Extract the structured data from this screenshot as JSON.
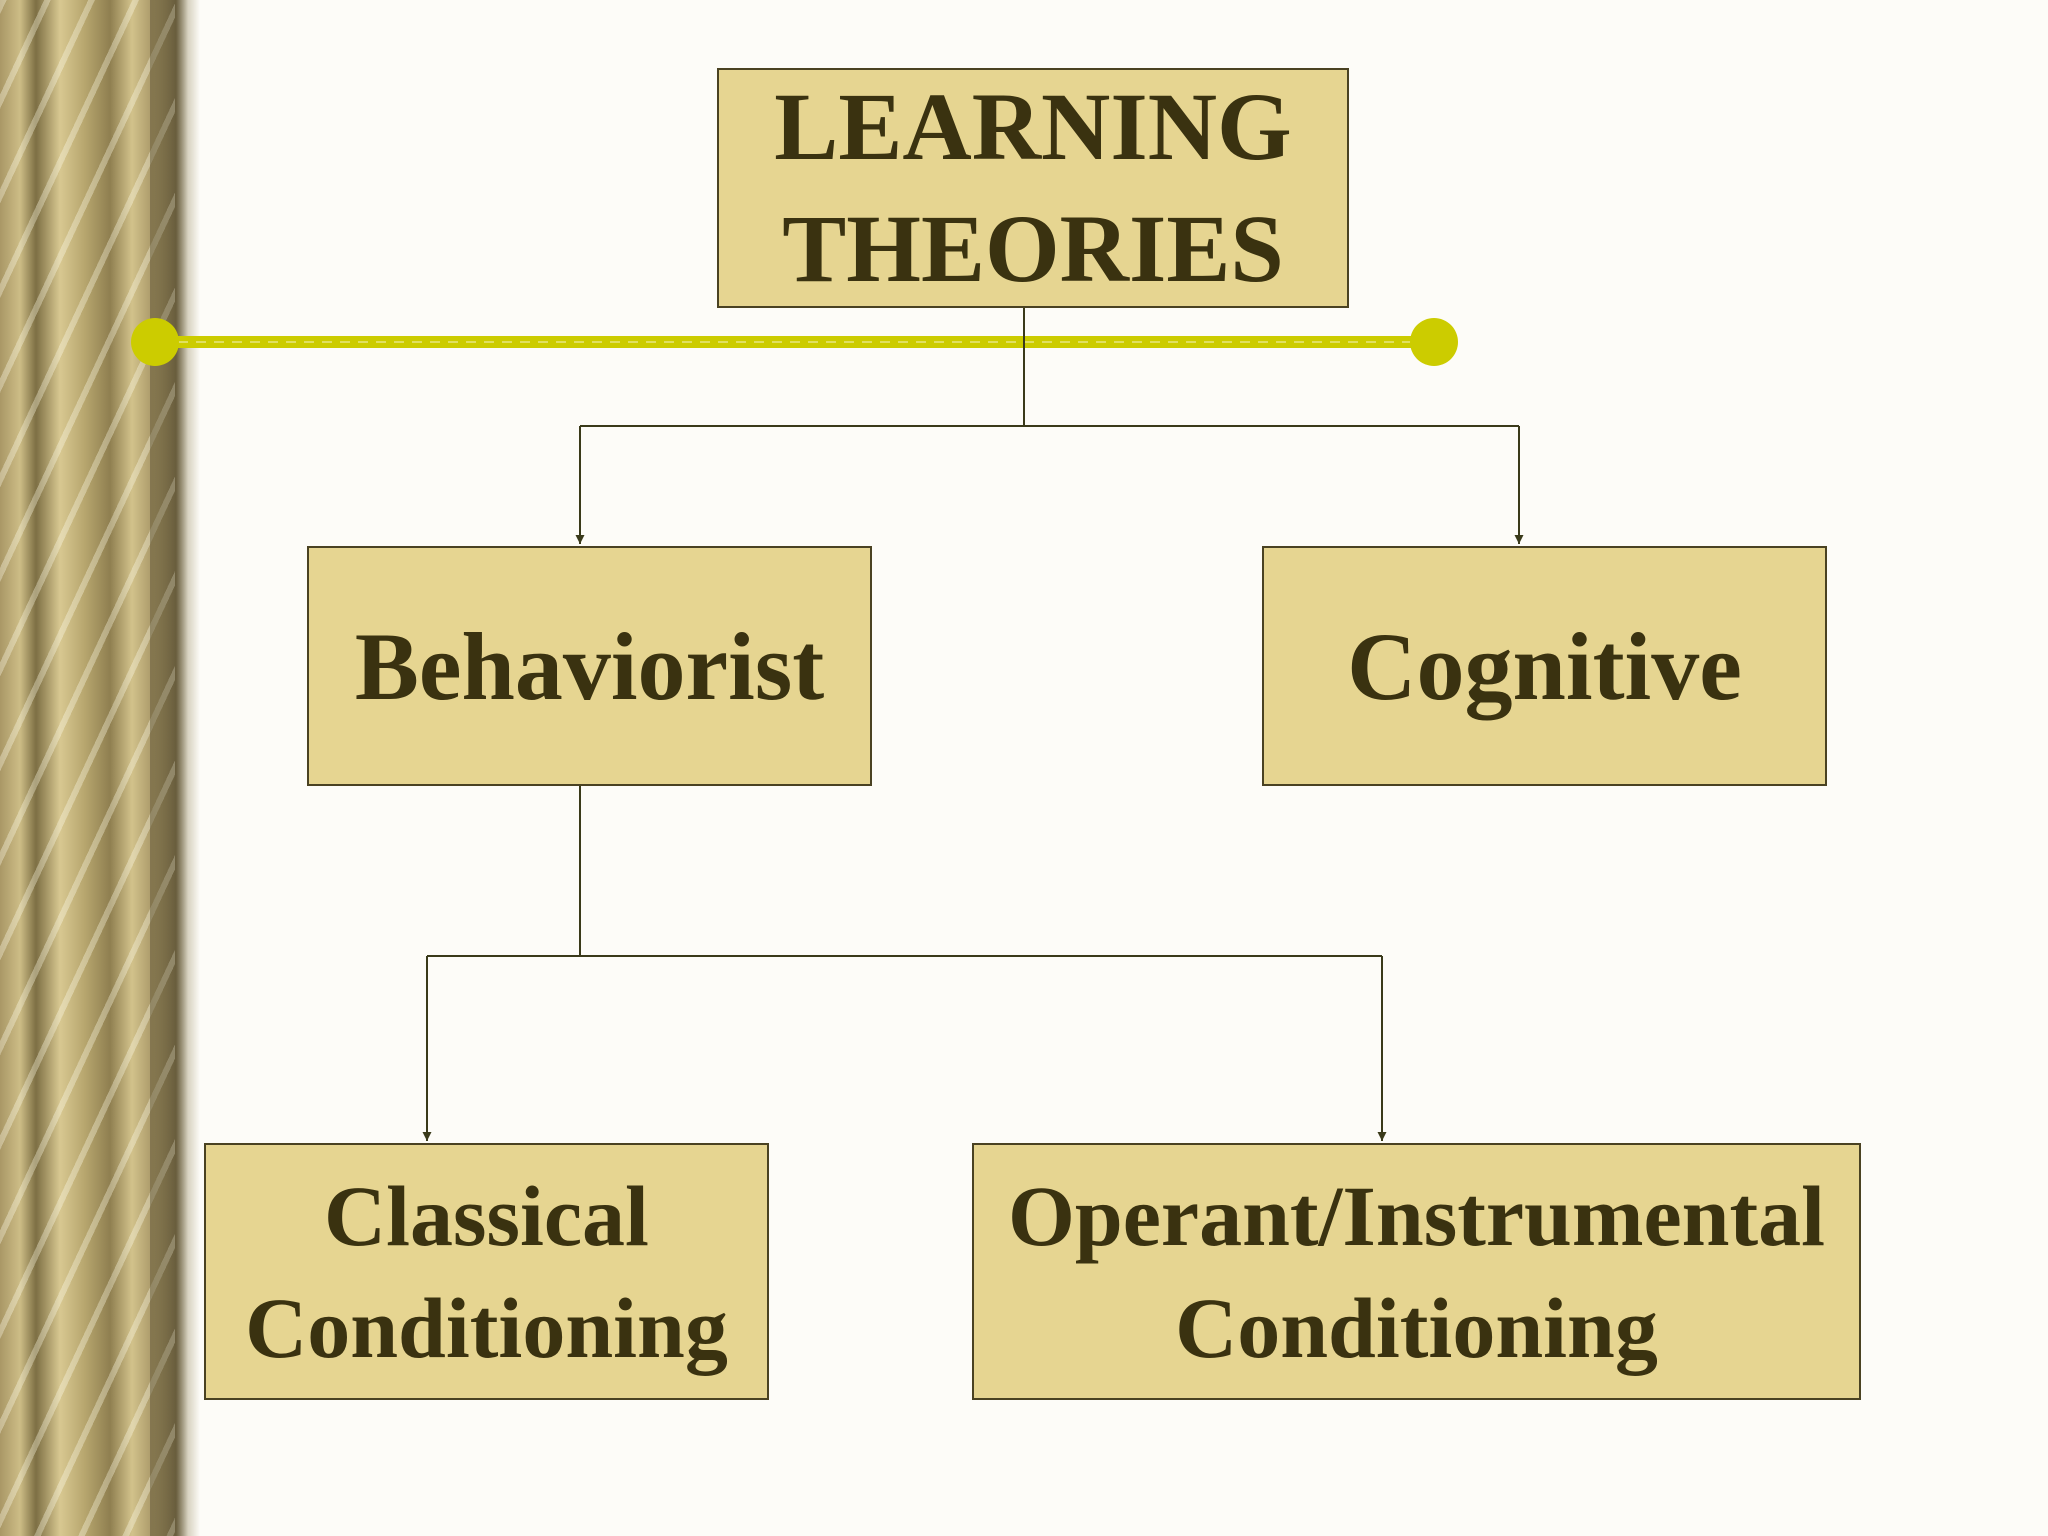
{
  "diagram": {
    "root": {
      "line1": "LEARNING",
      "line2": "THEORIES"
    },
    "behaviorist": {
      "label": "Behaviorist"
    },
    "cognitive": {
      "label": "Cognitive"
    },
    "classical": {
      "line1": "Classical",
      "line2": "Conditioning"
    },
    "operant": {
      "line1": "Operant/Instrumental",
      "line2": "Conditioning"
    }
  },
  "colors": {
    "box_fill": "#e6d591",
    "box_text": "#3a3210",
    "connector": "#3a3a1a",
    "accent_rule": "#cccc00"
  }
}
